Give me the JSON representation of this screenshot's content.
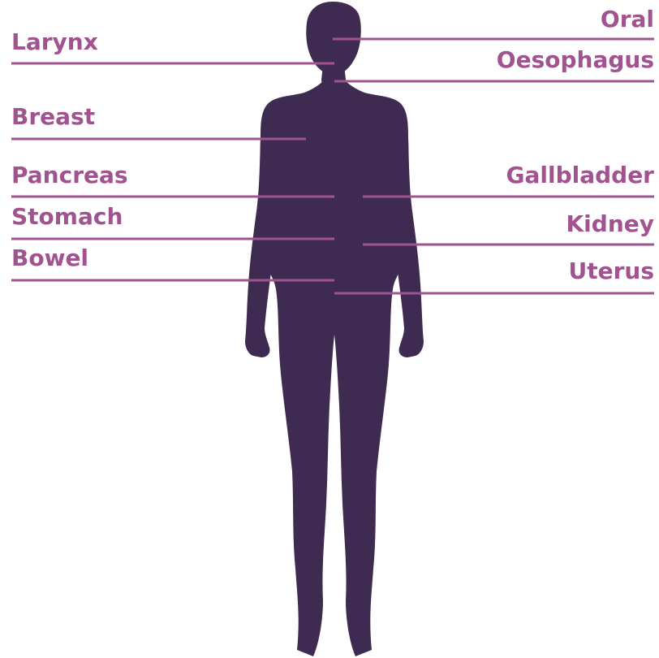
{
  "diagram": {
    "figure_color": "#3f2a52",
    "line_color": "#a0538f",
    "label_color": "#a0538f",
    "left_labels": [
      {
        "id": "larynx",
        "text": "Larynx"
      },
      {
        "id": "breast",
        "text": "Breast"
      },
      {
        "id": "pancreas",
        "text": "Pancreas"
      },
      {
        "id": "stomach",
        "text": "Stomach"
      },
      {
        "id": "bowel",
        "text": "Bowel"
      }
    ],
    "right_labels": [
      {
        "id": "oral",
        "text": "Oral"
      },
      {
        "id": "oesophagus",
        "text": "Oesophagus"
      },
      {
        "id": "gallbladder",
        "text": "Gallbladder"
      },
      {
        "id": "kidney",
        "text": "Kidney"
      },
      {
        "id": "uterus",
        "text": "Uterus"
      }
    ]
  }
}
